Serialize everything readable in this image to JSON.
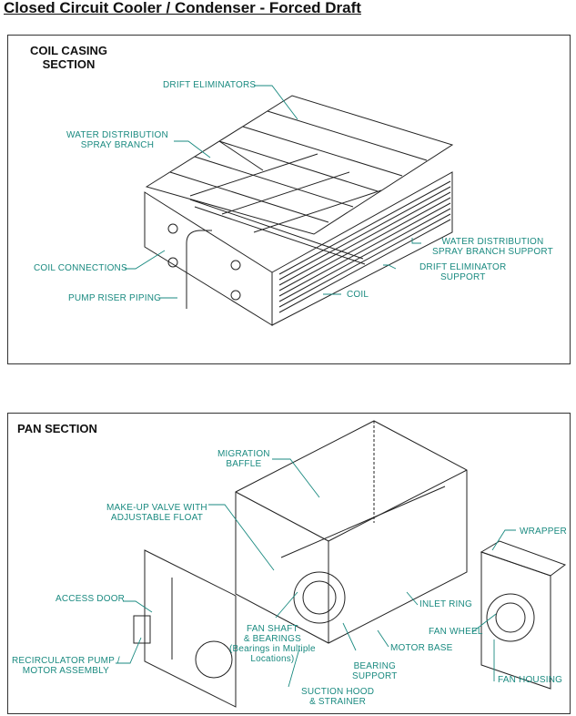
{
  "title": "Closed Circuit Cooler / Condenser - Forced Draft",
  "coil_section": {
    "title_line1": "COIL CASING",
    "title_line2": "SECTION",
    "labels": {
      "drift_eliminators": "DRIFT ELIMINATORS",
      "water_dist_spray_branch_1": "WATER DISTRIBUTION",
      "water_dist_spray_branch_2": "SPRAY BRANCH",
      "water_dist_support_1": "WATER DISTRIBUTION",
      "water_dist_support_2": "SPRAY BRANCH SUPPORT",
      "drift_elim_support_1": "DRIFT ELIMINATOR",
      "drift_elim_support_2": "SUPPORT",
      "coil_connections": "COIL CONNECTIONS",
      "pump_riser_piping": "PUMP RISER PIPING",
      "coil": "COIL"
    }
  },
  "pan_section": {
    "title": "PAN SECTION",
    "labels": {
      "migration_baffle_1": "MIGRATION",
      "migration_baffle_2": "BAFFLE",
      "makeup_valve_1": "MAKE-UP VALVE WITH",
      "makeup_valve_2": "ADJUSTABLE FLOAT",
      "access_door": "ACCESS DOOR",
      "recirc_pump_1": "RECIRCULATOR PUMP /",
      "recirc_pump_2": "MOTOR ASSEMBLY",
      "fan_shaft_1": "FAN SHAFT",
      "fan_shaft_2": "& BEARINGS",
      "fan_shaft_3": "(Bearings in Multiple",
      "fan_shaft_4": "Locations)",
      "bearing_support_1": "BEARING",
      "bearing_support_2": "SUPPORT",
      "suction_hood_1": "SUCTION HOOD",
      "suction_hood_2": "& STRAINER",
      "wrapper": "WRAPPER",
      "inlet_ring": "INLET RING",
      "fan_wheel": "FAN WHEEL",
      "motor_base": "MOTOR BASE",
      "fan_housing": "FAN HOUSING"
    }
  },
  "colors": {
    "label": "#1a8a80",
    "line": "#222222",
    "frame": "#333333"
  }
}
